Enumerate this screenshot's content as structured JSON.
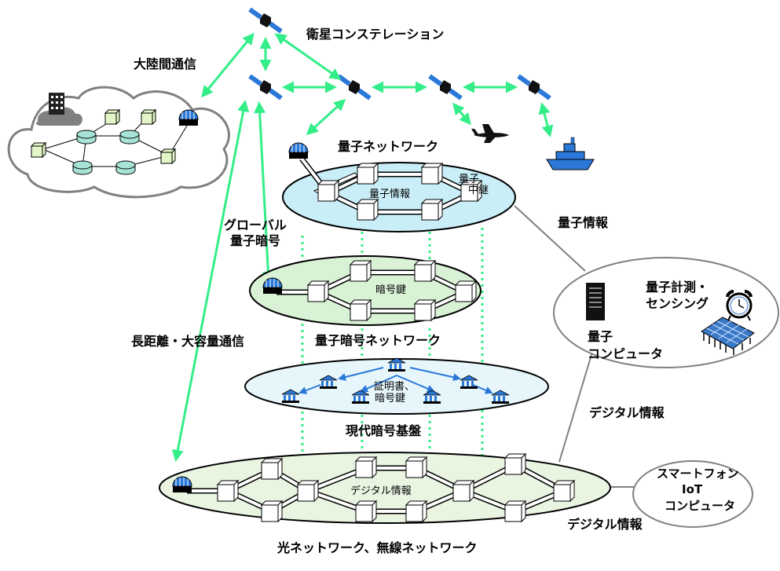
{
  "labels": {
    "constellation": "衛星コンステレーション",
    "intercontinental": "大陸間通信",
    "quantum_network": "量子ネットワーク",
    "quantum_info_layer": "量子情報",
    "quantum_relay_1": "量子",
    "quantum_relay_2": "中継",
    "quantum_info_link": "量子情報",
    "global_qkd_1": "グローバル",
    "global_qkd_2": "量子暗号",
    "crypto_key": "暗号鍵",
    "qkd_network": "量子暗号ネットワーク",
    "long_distance": "長距離・大容量通信",
    "cert_1": "証明書、",
    "cert_2": "暗号鍵",
    "modern_crypto": "現代暗号基盤",
    "digital_info_link": "デジタル情報",
    "digital_info_layer": "デジタル情報",
    "digital_info_bottom": "デジタル情報",
    "optical_network": "光ネットワーク、無線ネットワーク",
    "sensing_1": "量子計測・",
    "sensing_2": "センシング",
    "qc_1": "量子",
    "qc_2": "コンピュータ",
    "dev_1": "スマートフォン",
    "dev_2": "IoT",
    "dev_3": "コンピュータ"
  },
  "colors": {
    "green_arrow": "#33ee88",
    "quantum_fill": "#c9eef8",
    "qkd_fill": "#d9f2d6",
    "crypto_fill": "#e6f6fb",
    "optical_fill": "#e9f4e1",
    "blue_arrow": "#2b78d8",
    "cylinder": "#a6e2d6"
  }
}
